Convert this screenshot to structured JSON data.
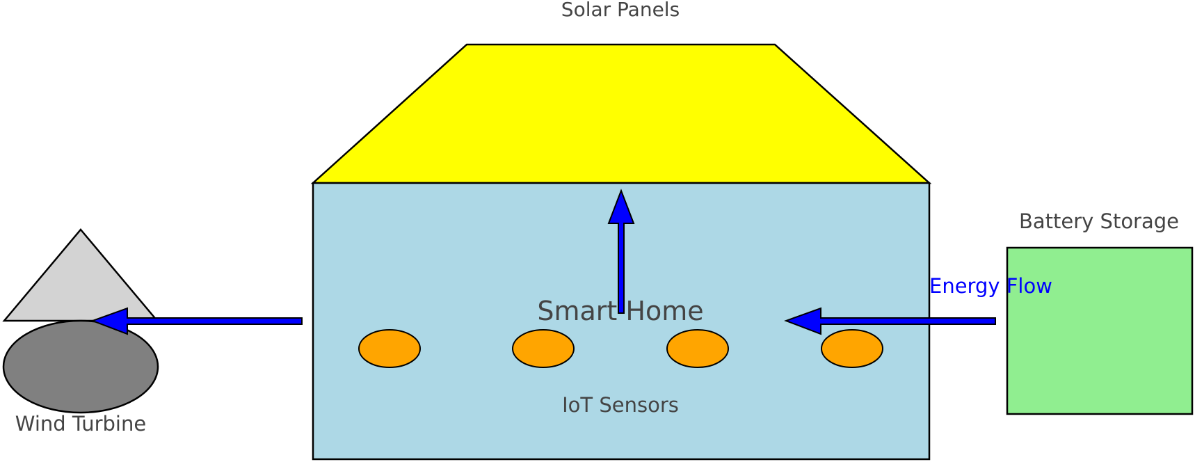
{
  "labels": {
    "solar_panels": "Solar Panels",
    "smart_home": "Smart Home",
    "iot_sensors": "IoT Sensors",
    "battery_storage": "Battery Storage",
    "energy_flow": "Energy Flow",
    "wind_turbine": "Wind Turbine"
  },
  "colors": {
    "roof": "#ffff00",
    "house": "#add8e6",
    "sensor": "#ffa500",
    "battery": "#90ee90",
    "turbine_blade": "#d3d3d3",
    "turbine_base": "#808080",
    "arrow": "#0000ff",
    "energy_flow_text": "#0000ff",
    "label_text": "#444444",
    "outline": "#000000"
  }
}
